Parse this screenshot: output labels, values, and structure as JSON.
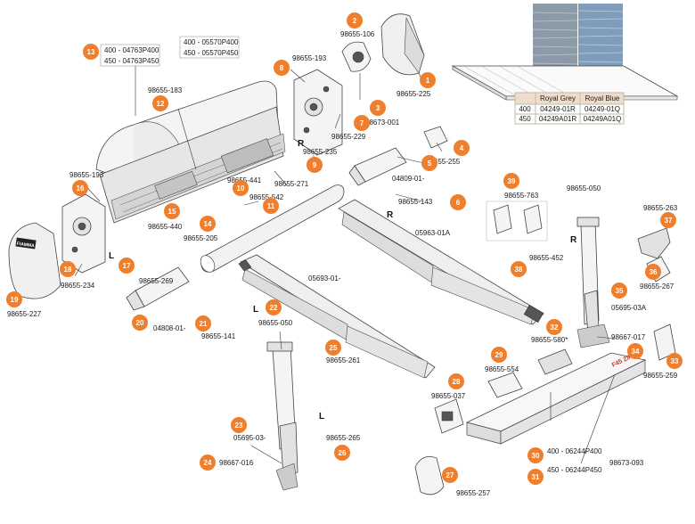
{
  "colors": {
    "badge": "#f07f2d",
    "table_header": "#efdccb",
    "fabric_grey": "#8b9aa6",
    "fabric_blue": "#7f9dbb"
  },
  "side_labels": {
    "right": "R",
    "left": "L"
  },
  "size_boxes": {
    "b13_line1": "400 - 04763P400",
    "b13_line2": "450 - 04763P450",
    "b_top_line1": "400 - 05570P400",
    "b_top_line2": "450 - 05570P450"
  },
  "badges": [
    "1",
    "2",
    "3",
    "4",
    "5",
    "6",
    "7",
    "8",
    "9",
    "10",
    "11",
    "12",
    "13",
    "14",
    "15",
    "16",
    "17",
    "18",
    "19",
    "20",
    "21",
    "22",
    "23",
    "24",
    "25",
    "26",
    "27",
    "28",
    "29",
    "30",
    "31",
    "32",
    "33",
    "34",
    "35",
    "36",
    "37",
    "38",
    "39"
  ],
  "part_numbers": {
    "p1": "98655-225",
    "p2": "98655-106",
    "p3": "98673-001",
    "p4": "98655-255",
    "p5": "04809-01-",
    "p6": "98655-143",
    "p7": "98655-229",
    "p8": "98655-193",
    "p9": "98655-235",
    "p10": "98655-542",
    "p11": "98655-271",
    "p12": "98655-183",
    "p12b": "98655-441",
    "p14": "98655-205",
    "p15": "98655-440",
    "p16": "98655-193",
    "p17": "98655-269",
    "p18": "98655-234",
    "p19": "98655-227",
    "p20": "04808-01-",
    "p21": "98655-141",
    "p22": "98655-050",
    "p23": "05695-03-",
    "p24": "98667-016",
    "p25": "98655-261",
    "p26": "98655-265",
    "p27": "98655-257",
    "p28": "98655-037",
    "p29": "98655-554",
    "p30": "400 - 06244P400",
    "p31": "450 - 06244P450",
    "p30b": "98673-093",
    "p32": "98655-580*",
    "p33": "98655-259",
    "p34": "98667-017",
    "p35": "05695-03A",
    "p36": "98655-267",
    "p37": "98655-263",
    "p38": "98655-452",
    "p39": "98655-763",
    "p_rarm": "05963-01A",
    "p_larm": "05693-01-",
    "p_rleg": "98655-050"
  },
  "fabric_table": {
    "headers": [
      "Royal Grey",
      "Royal Blue"
    ],
    "rows": [
      {
        "size": "400",
        "grey": "04249-01R",
        "blue": "04249-01Q"
      },
      {
        "size": "450",
        "grey": "04249A01R",
        "blue": "04249A01Q"
      }
    ]
  },
  "logo_text": "FIAMMA",
  "rail_brand": "F45 ZIP"
}
